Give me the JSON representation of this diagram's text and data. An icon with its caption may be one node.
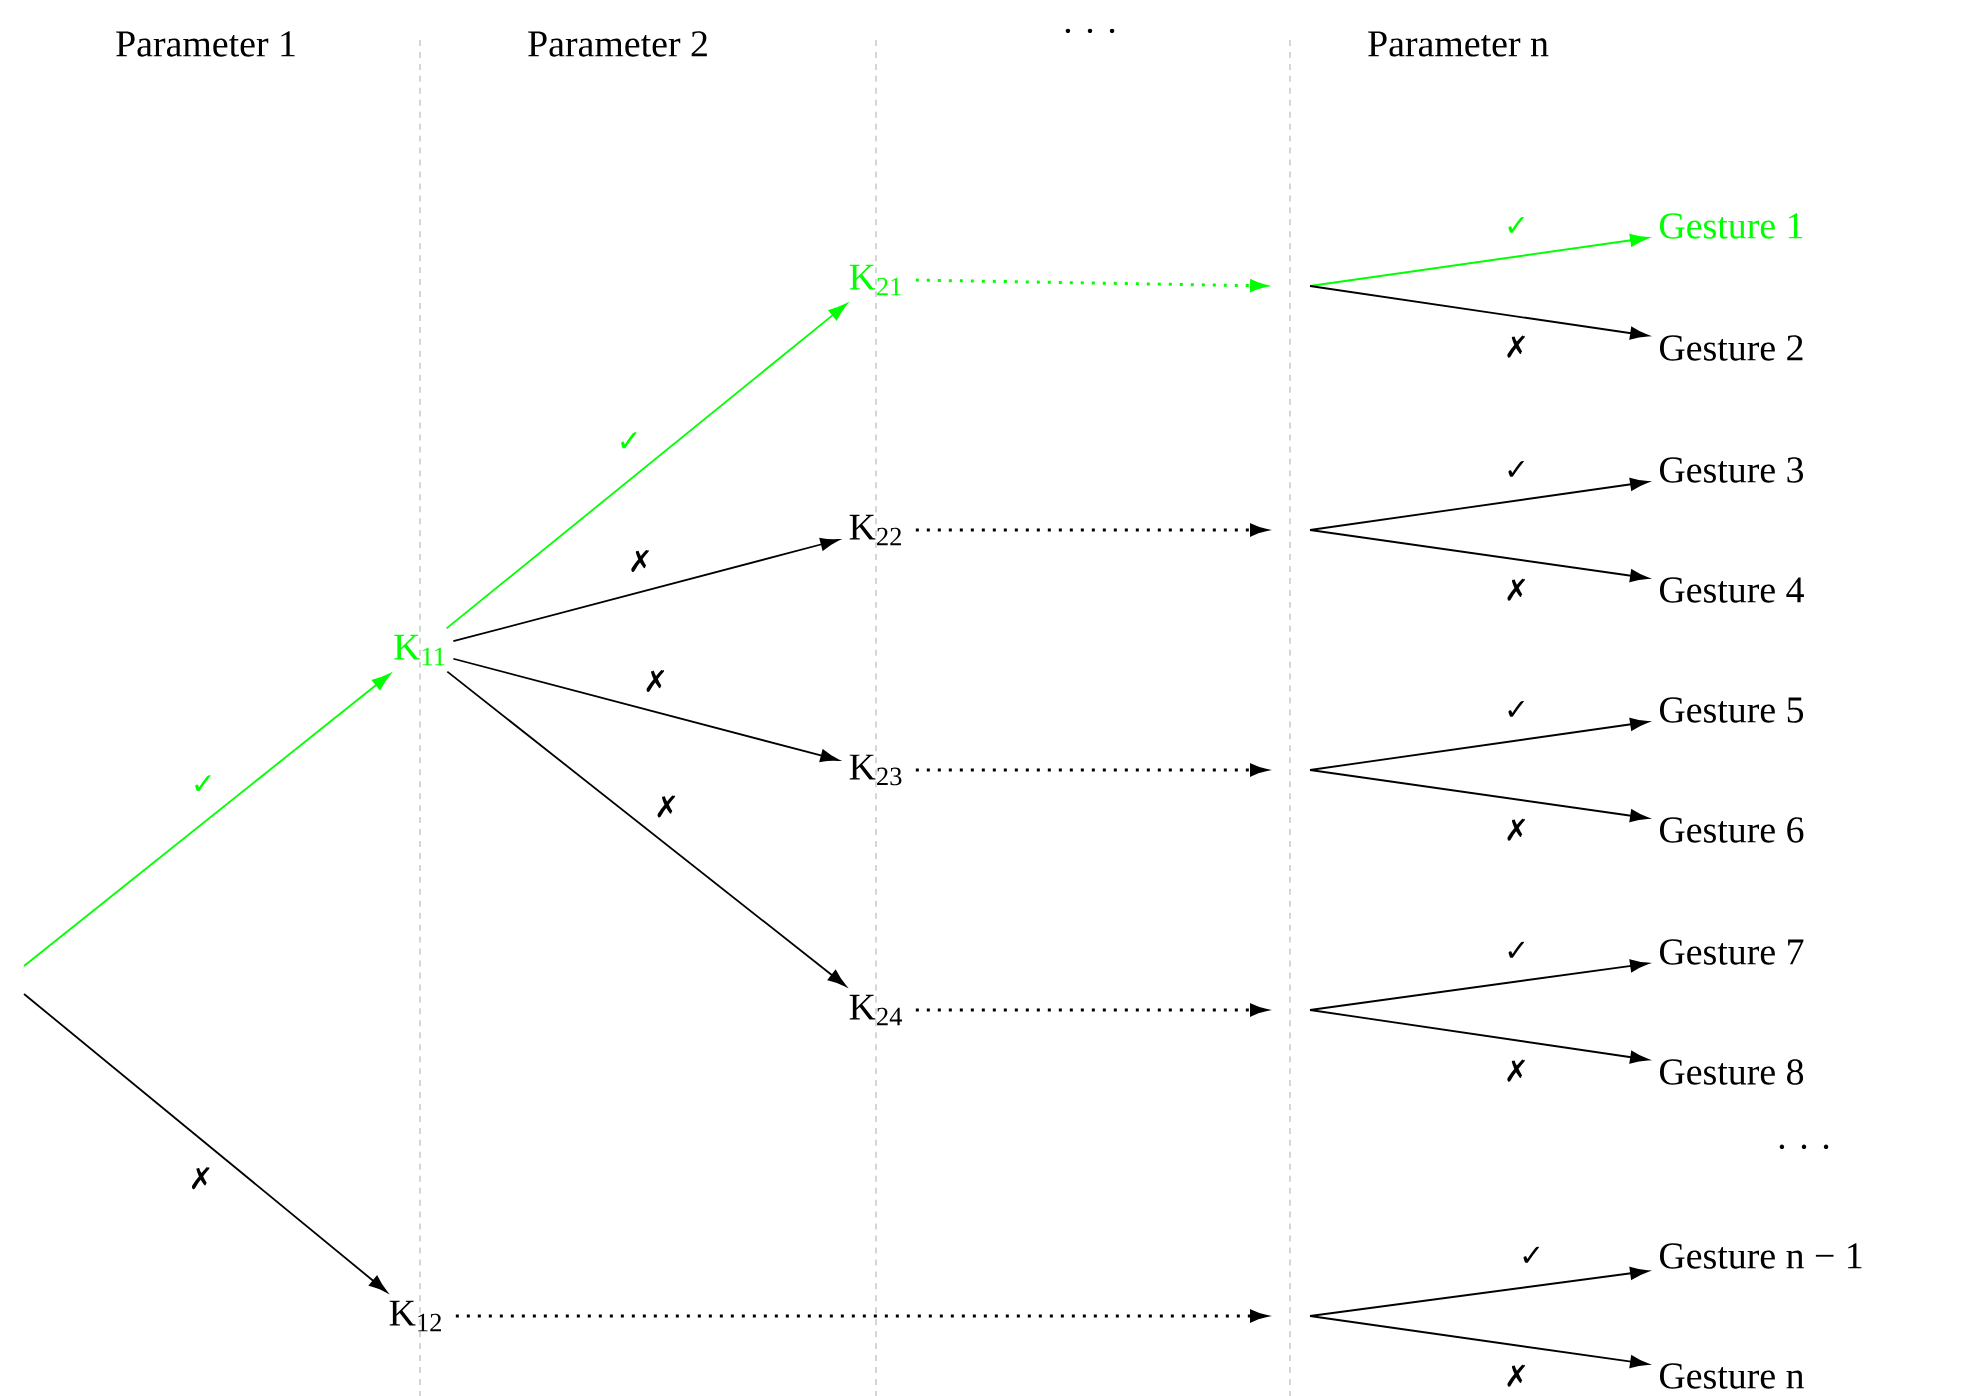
{
  "diagram": {
    "nodes": [
      {
        "text": [
          "K$_{11}$"
        ]
      },
      {
        "text": [
          "K$_{12}$"
        ]
      },
      {
        "text": [
          "K$_{21}$"
        ]
      },
      {
        "text": [
          "K$_{22}$"
        ]
      },
      {
        "text": [
          "K$_{23}$"
        ]
      },
      {
        "text": [
          "K$_{24}$"
        ]
      },
      {
        "text": [
          "Gesture 1"
        ]
      },
      {
        "text": [
          "Gesture 2"
        ]
      },
      {
        "text": [
          "Gesture 3"
        ]
      },
      {
        "text": [
          "Gesture 4"
        ]
      },
      {
        "text": [
          "Gesture 5"
        ]
      },
      {
        "text": [
          "Gesture 6"
        ]
      },
      {
        "text": [
          "Gesture 7"
        ]
      },
      {
        "text": [
          "Gesture 8"
        ]
      },
      {
        "text": [
          "Gesture n − 1"
        ]
      },
      {
        "text": [
          "Gesture n"
        ]
      }
    ],
    "edges": [
      {
        "from": null,
        "to": 0,
        "arrow": "to",
        "label": "✓",
        "color": "#00ff00"
      },
      {
        "from": null,
        "to": 1,
        "arrow": "to",
        "label": "✗"
      },
      {
        "from": 0,
        "to": 2,
        "arrow": "to",
        "label": "✓",
        "color": "#00ff00"
      },
      {
        "from": 0,
        "to": 3,
        "arrow": "to",
        "label": "✗"
      },
      {
        "from": 0,
        "to": 4,
        "arrow": "to",
        "label": "✗"
      },
      {
        "from": 0,
        "to": 5,
        "arrow": "to",
        "label": "✗"
      },
      {
        "from": 2,
        "to": null,
        "arrow": "to",
        "style": "dashed",
        "color": "#00ff00"
      },
      {
        "from": 3,
        "to": null,
        "arrow": "to",
        "style": "dashed"
      },
      {
        "from": 4,
        "to": null,
        "arrow": "to",
        "style": "dashed"
      },
      {
        "from": 5,
        "to": null,
        "arrow": "to",
        "style": "dashed"
      },
      {
        "from": 1,
        "to": null,
        "arrow": "to",
        "style": "dashed"
      },
      {
        "from": null,
        "to": 6,
        "arrow": "to",
        "label": "✓",
        "color": "#00ff00"
      },
      {
        "from": null,
        "to": 7,
        "arrow": "to",
        "label": "✗"
      },
      {
        "from": null,
        "to": 8,
        "arrow": "to",
        "label": "✓"
      },
      {
        "from": null,
        "to": 9,
        "arrow": "to",
        "label": "✗"
      },
      {
        "from": null,
        "to": 10,
        "arrow": "to",
        "label": "✓"
      },
      {
        "from": null,
        "to": 11,
        "arrow": "to",
        "label": "✗"
      },
      {
        "from": null,
        "to": 12,
        "arrow": "to",
        "label": "✓"
      },
      {
        "from": null,
        "to": 13,
        "arrow": "to",
        "label": "✗"
      },
      {
        "from": null,
        "to": 14,
        "arrow": "to",
        "label": "✓"
      },
      {
        "from": null,
        "to": 15,
        "arrow": "to",
        "label": "✗"
      }
    ],
    "labels": [
      "Parameter 1",
      "Parameter 2",
      "· · ·",
      "Parameter n",
      "· · ·"
    ]
  }
}
